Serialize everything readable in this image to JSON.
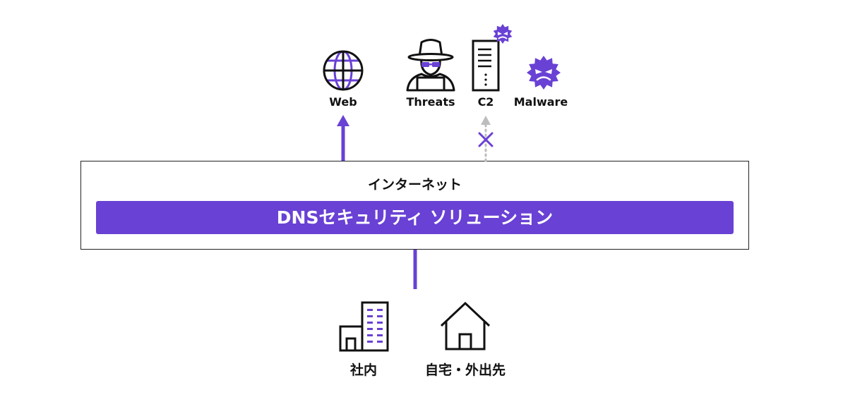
{
  "diagram": {
    "top_nodes": [
      {
        "label": "Web",
        "icon": "globe-icon"
      },
      {
        "label": "Threats",
        "icon": "hacker-icon"
      },
      {
        "label": "C2",
        "icon": "server-icon"
      },
      {
        "label": "Malware",
        "icon": "virus-icon"
      }
    ],
    "internet_label": "インターネット",
    "solution_label": "DNSセキュリティ ソリューション",
    "bottom_nodes": [
      {
        "label": "社内",
        "icon": "office-building-icon"
      },
      {
        "label": "自宅・外出先",
        "icon": "house-icon"
      }
    ]
  },
  "colors": {
    "accent": "#6941d4",
    "blocked_path": "#bdbdbd",
    "text": "#111111"
  }
}
